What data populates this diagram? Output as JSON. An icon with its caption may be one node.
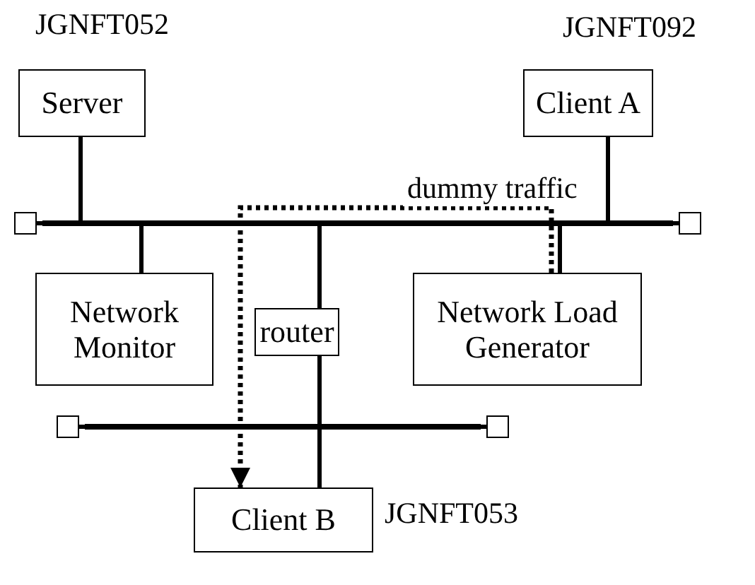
{
  "diagram": {
    "nodes": [
      {
        "text": [
          "Server"
        ],
        "beside": [
          "JGNFT052"
        ]
      },
      {
        "text": [
          "Client A"
        ],
        "beside": [
          "JGNFT092"
        ]
      },
      {
        "text": [
          "Network Monitor"
        ]
      },
      {
        "text": [
          "router"
        ]
      },
      {
        "text": [
          "Network Load Generator"
        ]
      },
      {
        "text": [
          "Client B"
        ],
        "beside": [
          "JGNFT053"
        ]
      },
      {
        "text": [],
        "shape": "bar"
      },
      {
        "text": [],
        "shape": "bar"
      },
      {
        "text": [],
        "shape": "box"
      },
      {
        "text": [],
        "shape": "box"
      },
      {
        "text": [],
        "shape": "box"
      },
      {
        "text": [],
        "shape": "box"
      }
    ],
    "edges": [
      {
        "from": 0,
        "to": 6,
        "arrow": "none"
      },
      {
        "from": 1,
        "to": 6,
        "arrow": "none"
      },
      {
        "from": 2,
        "to": 6,
        "arrow": "none"
      },
      {
        "from": 3,
        "to": 6,
        "arrow": "none"
      },
      {
        "from": 4,
        "to": 6,
        "arrow": "none"
      },
      {
        "from": 8,
        "to": 6,
        "arrow": "none"
      },
      {
        "from": 9,
        "to": 6,
        "arrow": "none"
      },
      {
        "from": 3,
        "to": 7,
        "arrow": "none"
      },
      {
        "from": 5,
        "to": 7,
        "arrow": "none"
      },
      {
        "from": 10,
        "to": 7,
        "arrow": "none"
      },
      {
        "from": 11,
        "to": 7,
        "arrow": "none"
      },
      {
        "from": 4,
        "to": 5,
        "arrow": "to",
        "label": "dummy traffic",
        "style": "dashed"
      }
    ]
  }
}
